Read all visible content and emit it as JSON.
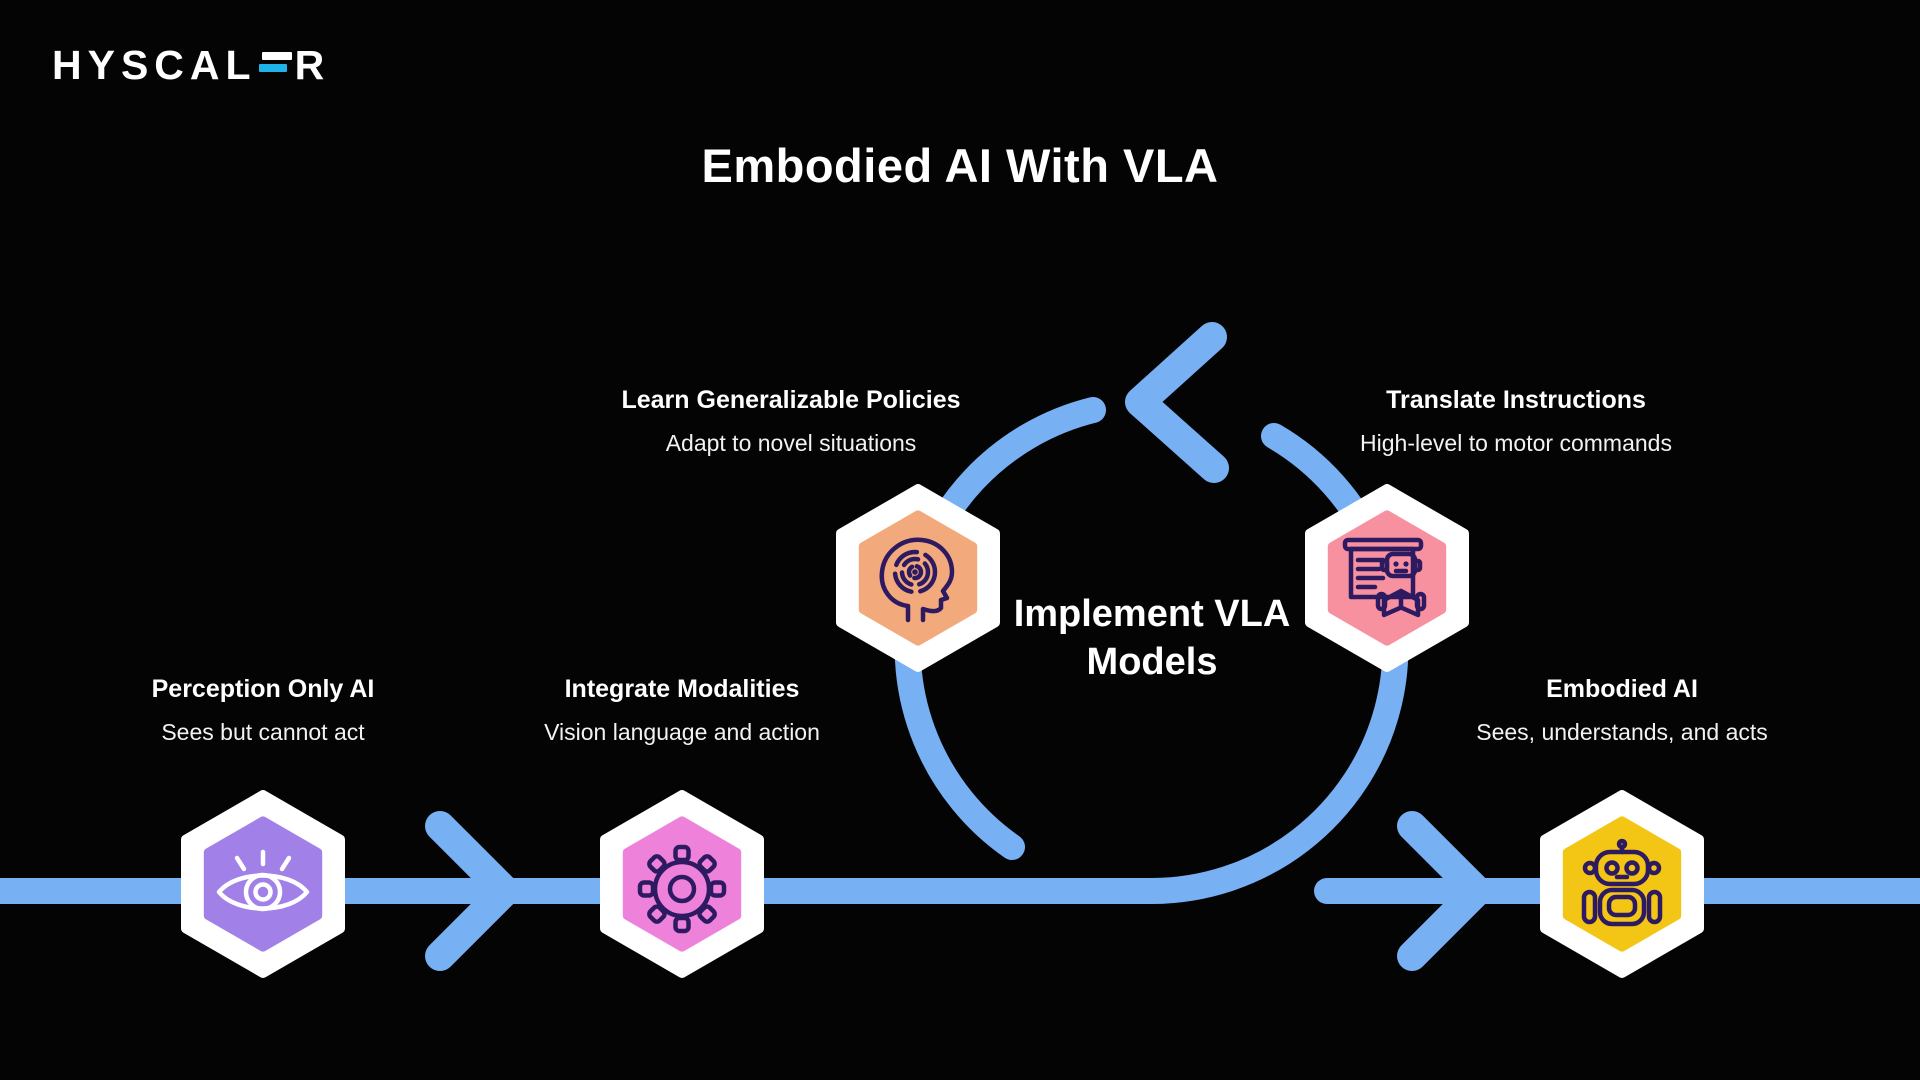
{
  "logo": {
    "brand": "HYSCALER",
    "text_before": "HYSCAL",
    "text_after": "R"
  },
  "title": "Embodied AI With VLA",
  "center_label": "Implement VLA Models",
  "colors": {
    "background": "#040404",
    "flow_blue": "#77b0f3",
    "logo_accent_cyan": "#1fb4e8",
    "icon_stroke_indigo": "#2d1a61",
    "hexagon_border_white": "#ffffff"
  },
  "steps": [
    {
      "label": "Perception Only AI",
      "sublabel": "Sees but cannot act",
      "color": "#a181e8",
      "icon": "eye-icon"
    },
    {
      "label": "Integrate Modalities",
      "sublabel": "Vision language and action",
      "color": "#ee82da",
      "icon": "gear-icon"
    },
    {
      "label": "Learn Generalizable Policies",
      "sublabel": "Adapt to novel situations",
      "color": "#f2a97c",
      "icon": "brain-maze-icon"
    },
    {
      "label": "Translate Instructions",
      "sublabel": "High-level to motor commands",
      "color": "#f8919f",
      "icon": "robot-presentation-icon"
    },
    {
      "label": "Embodied AI",
      "sublabel": "Sees, understands, and acts",
      "color": "#f3c515",
      "icon": "robot-icon"
    }
  ]
}
